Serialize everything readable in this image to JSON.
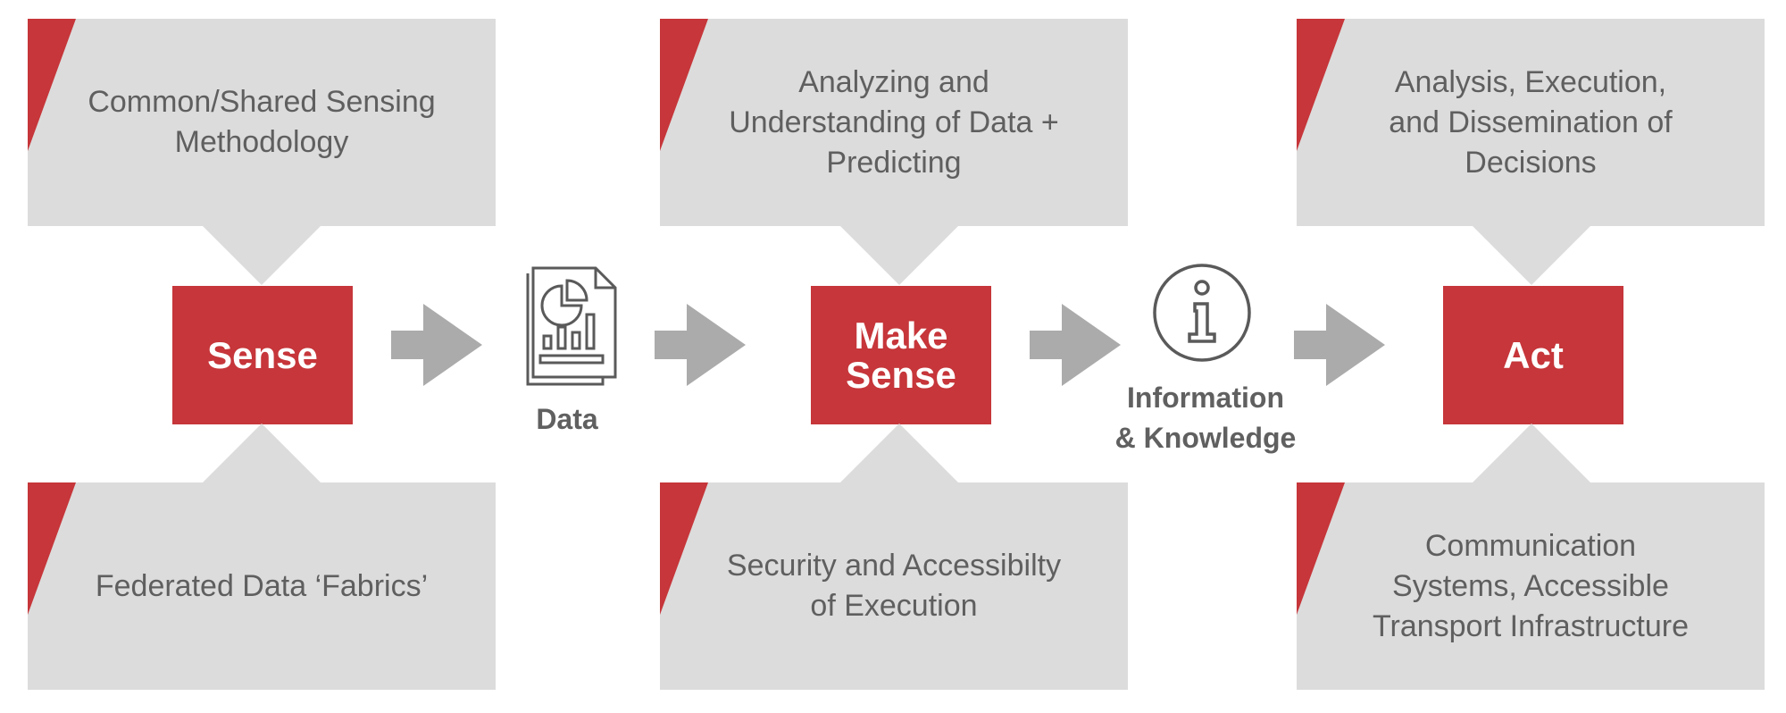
{
  "colors": {
    "accent_red": "#c6363a",
    "card_gray": "#dcdcdc",
    "arrow_gray": "#ababab",
    "text_gray": "#5f5f5f",
    "icon_gray": "#5a5a5a"
  },
  "stages": {
    "sense": "Sense",
    "make_sense": "Make\nSense",
    "act": "Act"
  },
  "intermediates": {
    "data": "Data",
    "information": "Information\n& Knowledge"
  },
  "icons": {
    "data": "report-document-icon",
    "information": "info-circle-icon"
  },
  "cards": {
    "sense_top": "Common/Shared Sensing\nMethodology",
    "sense_bottom": "Federated Data ‘Fabrics’",
    "make_sense_top": "Analyzing and\nUnderstanding of Data +\nPredicting",
    "make_sense_bottom": "Security and Accessibilty\nof Execution",
    "act_top": "Analysis, Execution,\nand Dissemination of\nDecisions",
    "act_bottom": "Communication\nSystems, Accessible\nTransport Infrastructure"
  }
}
